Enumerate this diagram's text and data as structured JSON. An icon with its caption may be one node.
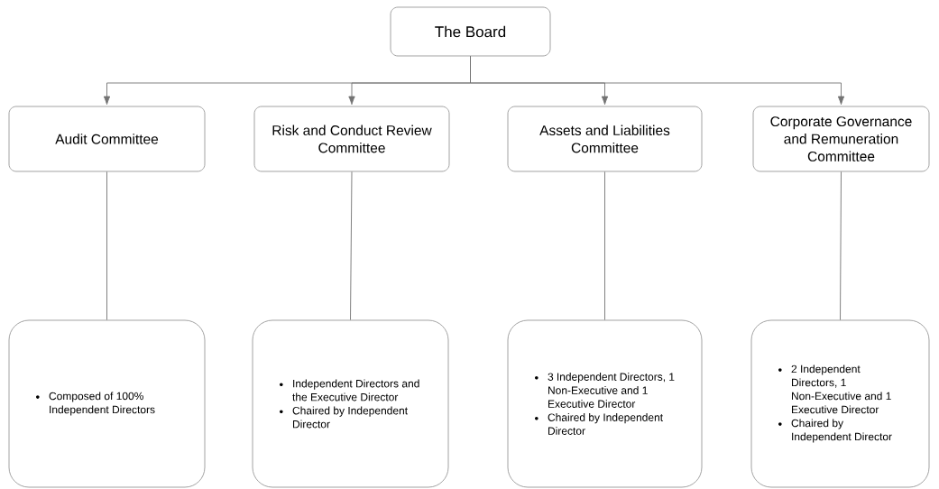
{
  "diagram": {
    "nodes": [
      {
        "text": [
          "The Board"
        ]
      },
      {
        "text": [
          "Audit Committee"
        ]
      },
      {
        "text": [
          "Risk and Conduct Review Committee"
        ]
      },
      {
        "text": [
          "Assets and Liabilities Committee"
        ]
      },
      {
        "text": [
          "Corporate Governance and Remuneration Committee"
        ]
      },
      {
        "text": [
          "Composed of 100% Independent Directors"
        ]
      },
      {
        "text": [
          "Independent Directors and the Executive Director",
          "Chaired by Independent Director"
        ]
      },
      {
        "text": [
          "3 Independent Directors, 1 Non-Executive and 1 Executive Director",
          "Chaired by Independent Director"
        ]
      },
      {
        "text": [
          "2 Independent Directors, 1 Non-Executive and 1 Executive Director",
          "Chaired by Independent Director"
        ]
      }
    ],
    "edges": [
      {
        "from": 0,
        "to": 1,
        "arrow": "to"
      },
      {
        "from": 0,
        "to": 2,
        "arrow": "to"
      },
      {
        "from": 0,
        "to": 3,
        "arrow": "to"
      },
      {
        "from": 0,
        "to": 4,
        "arrow": "to"
      },
      {
        "from": 1,
        "to": 5,
        "arrow": "none"
      },
      {
        "from": 2,
        "to": 6,
        "arrow": "none"
      },
      {
        "from": 3,
        "to": 7,
        "arrow": "none"
      },
      {
        "from": 4,
        "to": 8,
        "arrow": "none"
      }
    ]
  }
}
